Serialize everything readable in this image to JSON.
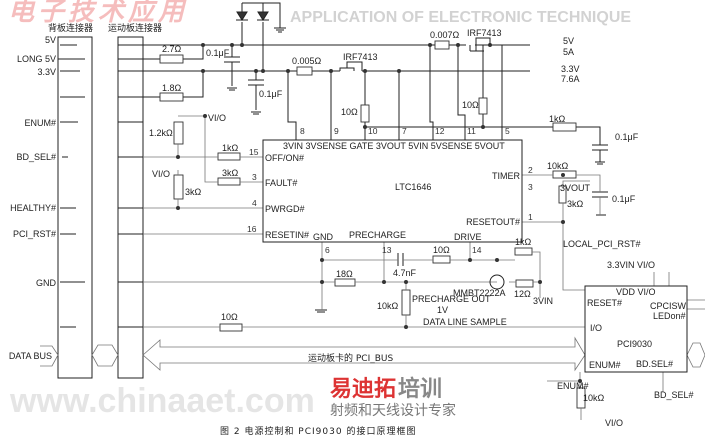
{
  "connectors": {
    "backplane_title": "背板连接器",
    "board_title": "运动板连接器",
    "signals": [
      "5V",
      "LONG 5V",
      "3.3V",
      "ENUM#",
      "BD_SEL#",
      "HEALTHY#",
      "PCI_RST#",
      "GND",
      "DATA BUS"
    ]
  },
  "chip": {
    "name": "LTC1646",
    "top_pins_label": "3VIN 3VSENSE GATE 3VOUT 5VIN 5VSENSE 5VOUT",
    "top_pin_numbers": [
      "8",
      "9",
      "10",
      "7",
      "12",
      "11",
      "5"
    ],
    "left_pins": [
      {
        "num": "15",
        "label": "OFF/ON#"
      },
      {
        "num": "3",
        "label": "FAULT#"
      },
      {
        "num": "4",
        "label": "PWRGD#"
      },
      {
        "num": "16",
        "label": "RESETIN#"
      }
    ],
    "right_pins": [
      {
        "num": "2",
        "label": "TIMER"
      },
      {
        "num": "3",
        "label": ""
      },
      {
        "num": "1",
        "label": "RESETOUT#"
      }
    ],
    "bottom_pins": [
      {
        "num": "6",
        "label": "GND"
      },
      {
        "num": "13",
        "label": "PRECHARGE"
      },
      {
        "num": "14",
        "label": "DRIVE"
      }
    ]
  },
  "components": {
    "r_2_7": "2.7Ω",
    "r_1_8": "1.8Ω",
    "c_top1": "0.1μF",
    "c_top2": "0.1μF",
    "r_sense3": "0.005Ω",
    "r_sense5": "0.007Ω",
    "fet1": "IRF7413",
    "fet2": "IRF7413",
    "r_gate1": "10Ω",
    "r_gate2": "10Ω",
    "r_1_2k": "1.2kΩ",
    "vio1": "VI/O",
    "r_1k_off": "1kΩ",
    "r_3k_fault": "3kΩ",
    "vio2": "VI/O",
    "r_3k_pwr": "3kΩ",
    "r_1k_right": "1kΩ",
    "c_right1": "0.1μF",
    "r_10k_timer": "10kΩ",
    "c_right2": "0.1μF",
    "v3out": "3VOUT",
    "r_3k_right": "3kΩ",
    "r_18": "18Ω",
    "c_4_7n": "4.7nF",
    "r_10_drive": "10Ω",
    "r_1k_drive": "1kΩ",
    "transistor": "MMBT2222A",
    "r_12": "12Ω",
    "v3in": "3VIN",
    "r_10k_pre": "10kΩ",
    "precharge_out": "PRECHARGE OUT",
    "v1": "1V",
    "data_line_sample": "DATA LINE SAMPLE",
    "r_10_io": "10Ω",
    "r_10k_enum": "10kΩ"
  },
  "outputs": {
    "v5": "5V",
    "i5": "5A",
    "v33": "3.3V",
    "i33": "7.6A"
  },
  "pci9030": {
    "name": "PCI9030",
    "supply_label": "3.3VIN  VI/O",
    "vdd_vio": "VDD  VI/O",
    "reset": "RESET#",
    "cpcisw": "CPCISW",
    "ledon": "LEDon#",
    "io": "I/O",
    "enum": "ENUM#",
    "bdsel": "BD.SEL#",
    "local_rst": "LOCAL_PCI_RST#",
    "enum_ext": "ENUM#",
    "bdsel_ext": "BD_SEL#",
    "vio_bottom": "VI/O"
  },
  "bus_label": "运动板卡的 PCI_BUS",
  "caption": "图 2   电源控制和  PCI9030 的接口原理框图",
  "watermarks": {
    "journal_cn": "电子技术应用",
    "journal_en": "APPLICATION OF ELECTRONIC TECHNIQUE",
    "site": "www.chinaaet.com",
    "logo_a": "易迪拓",
    "logo_b": "培训",
    "logo_tag": "射频和天线设计专家"
  }
}
